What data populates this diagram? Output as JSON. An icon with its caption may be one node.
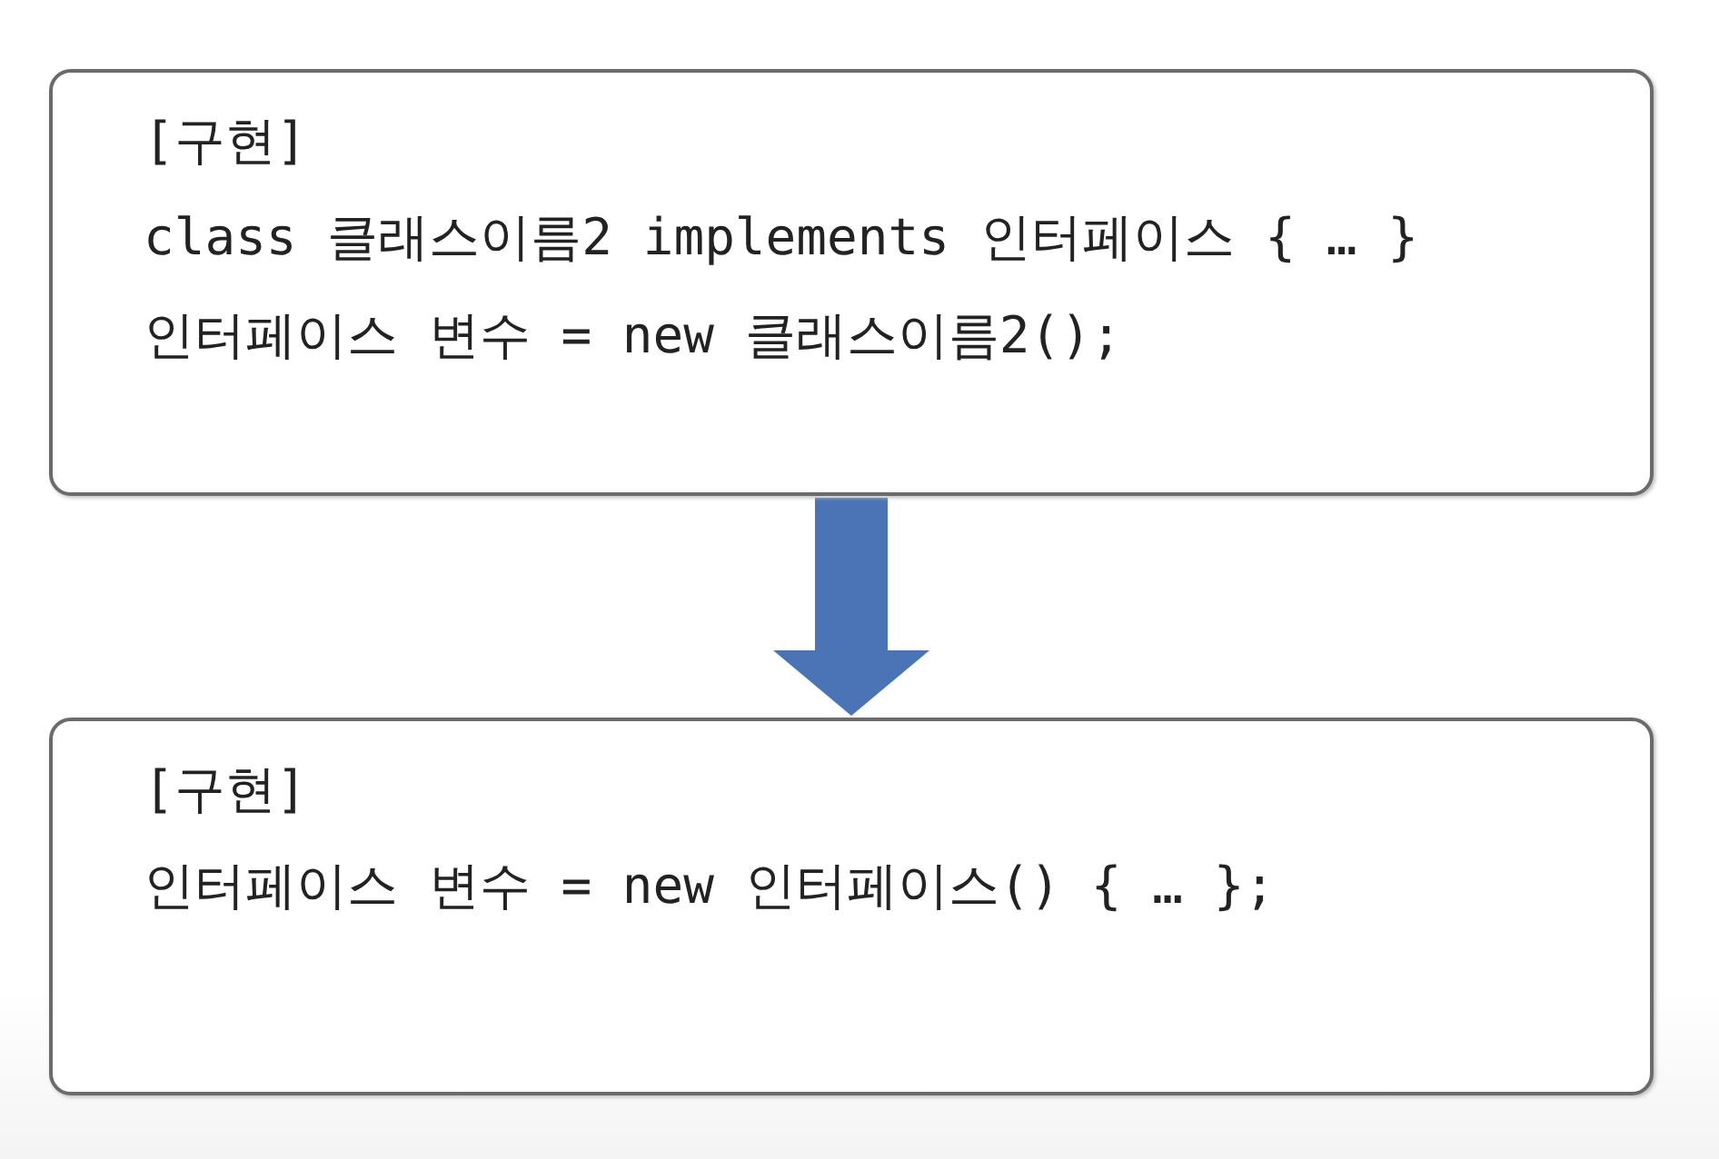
{
  "diagram": {
    "nodes": [
      {
        "text": [
          "[구현]",
          "class 클래스이름2 implements 인터페이스 { … }",
          "인터페이스 변수 = new 클래스이름2();"
        ]
      },
      {
        "text": [
          "[구현]",
          "인터페이스 변수 = new 인터페이스() { … };"
        ]
      }
    ],
    "edges": [
      {
        "from": 0,
        "to": 1,
        "arrow": "to"
      }
    ]
  }
}
